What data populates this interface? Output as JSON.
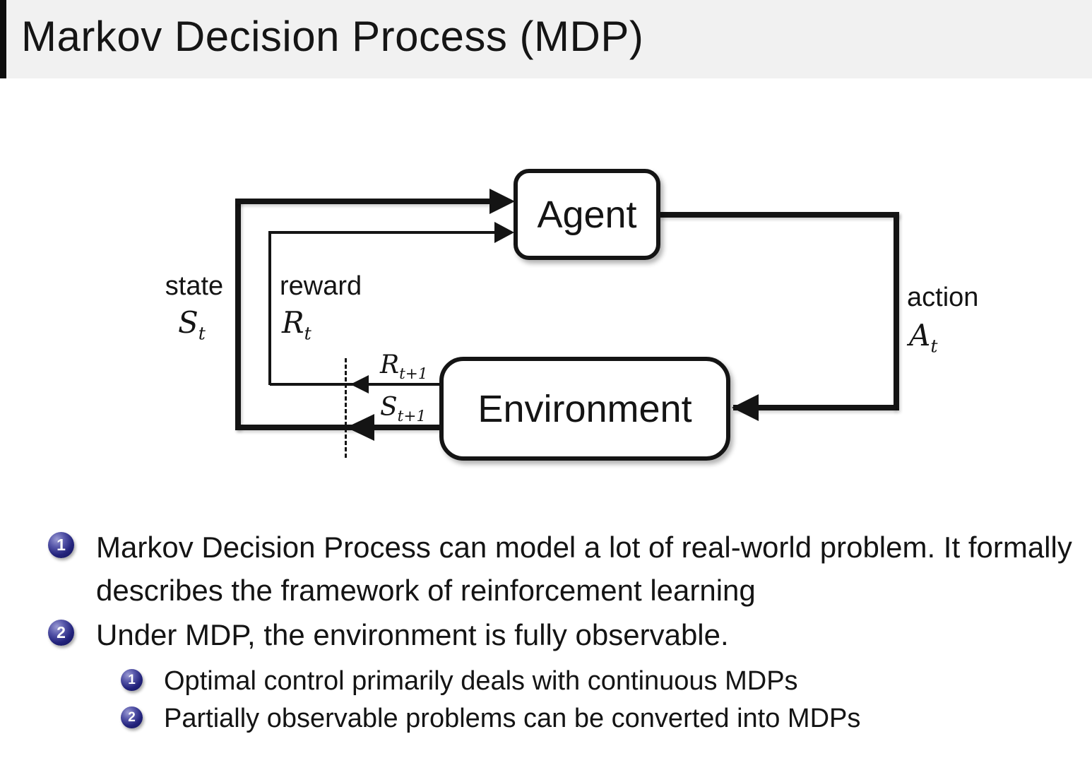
{
  "title": "Markov Decision Process (MDP)",
  "diagram": {
    "agent_label": "Agent",
    "environment_label": "Environment",
    "state": {
      "label": "state",
      "symbol": "S",
      "sub": "t"
    },
    "reward": {
      "label": "reward",
      "symbol": "R",
      "sub": "t"
    },
    "action": {
      "label": "action",
      "symbol": "A",
      "sub": "t"
    },
    "next_reward": {
      "symbol": "R",
      "sub": "t+1"
    },
    "next_state": {
      "symbol": "S",
      "sub": "t+1"
    }
  },
  "bullets": [
    {
      "number": "1",
      "text": "Markov Decision Process can model a lot of real-world problem. It formally describes the framework of reinforcement learning"
    },
    {
      "number": "2",
      "text": "Under MDP, the environment is fully observable.",
      "children": [
        {
          "number": "1",
          "text": "Optimal control primarily deals with continuous MDPs"
        },
        {
          "number": "2",
          "text": "Partially observable problems can be converted into MDPs"
        }
      ]
    }
  ],
  "colors": {
    "title_bar_bg": "#f1f1f1",
    "body_bg": "#ffffff",
    "diagram_line": "#141414",
    "bullet_ball": "#23237c",
    "bullet_number": "#ffffff"
  }
}
